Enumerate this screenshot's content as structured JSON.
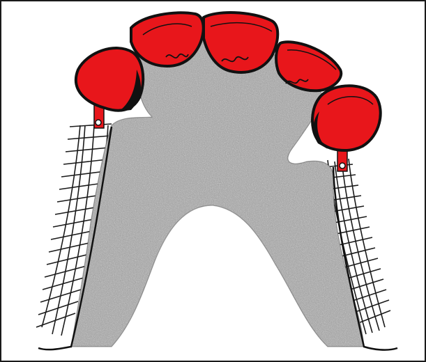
{
  "figure": {
    "icon": "partial-denture-diagram-icon",
    "colors": {
      "tooth_fill": "#e8161b",
      "outline": "#111111",
      "base_speckle_dark": "#6e6e6e",
      "base_speckle_light": "#b8b8b8",
      "base_fill": "#9c9c9c",
      "mesh_line": "#1a1a1a",
      "clasp": "#e8161b"
    },
    "parts": [
      "artificial-teeth",
      "acrylic-denture-base",
      "left-mesh-retention",
      "right-mesh-retention",
      "left-rest-clasp",
      "right-rest-clasp"
    ]
  }
}
